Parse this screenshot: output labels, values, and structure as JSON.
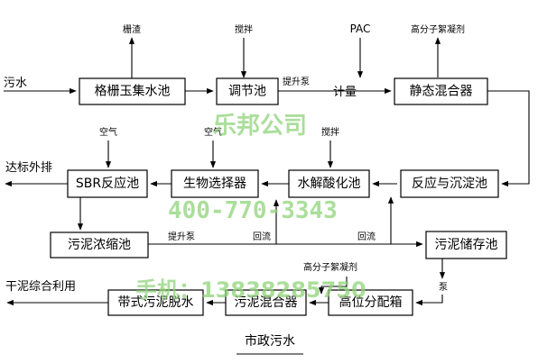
{
  "boxes": {
    "grid_tank": "格栅玉集水池",
    "regulating_tank": "调节池",
    "static_mixer": "静态混合器",
    "reaction_settling": "反应与沉淀池",
    "hydrolysis": "水解酸化池",
    "bio_selector": "生物选择器",
    "sbr": "SBR反应池",
    "sludge_thickener": "污泥浓缩池",
    "sludge_storage": "污泥储存池",
    "belt_press": "带式污泥脱水",
    "sludge_mixer": "污泥混合器",
    "tank_distributor": "高位分配箱"
  },
  "labels": {
    "sewage_in": "污水",
    "screenings": "栅渣",
    "stir1": "搅拌",
    "pac": "PAC",
    "polymer1": "高分子絮凝剂",
    "lift_pump1": "提升泵",
    "metering": "计量",
    "air1": "空气",
    "air2": "空气",
    "stir2": "搅拌",
    "discharge": "达标外排",
    "lift_pump2": "提升泵",
    "return1": "回流",
    "return2": "回流",
    "polymer2": "高分子絮凝剂",
    "pump": "泵",
    "dry_sludge": "干泥综合利用"
  },
  "caption": "市政污水",
  "watermark": {
    "company": "乐邦公司",
    "phone": "400-770-3343",
    "mobile": "手机：13838285750"
  }
}
